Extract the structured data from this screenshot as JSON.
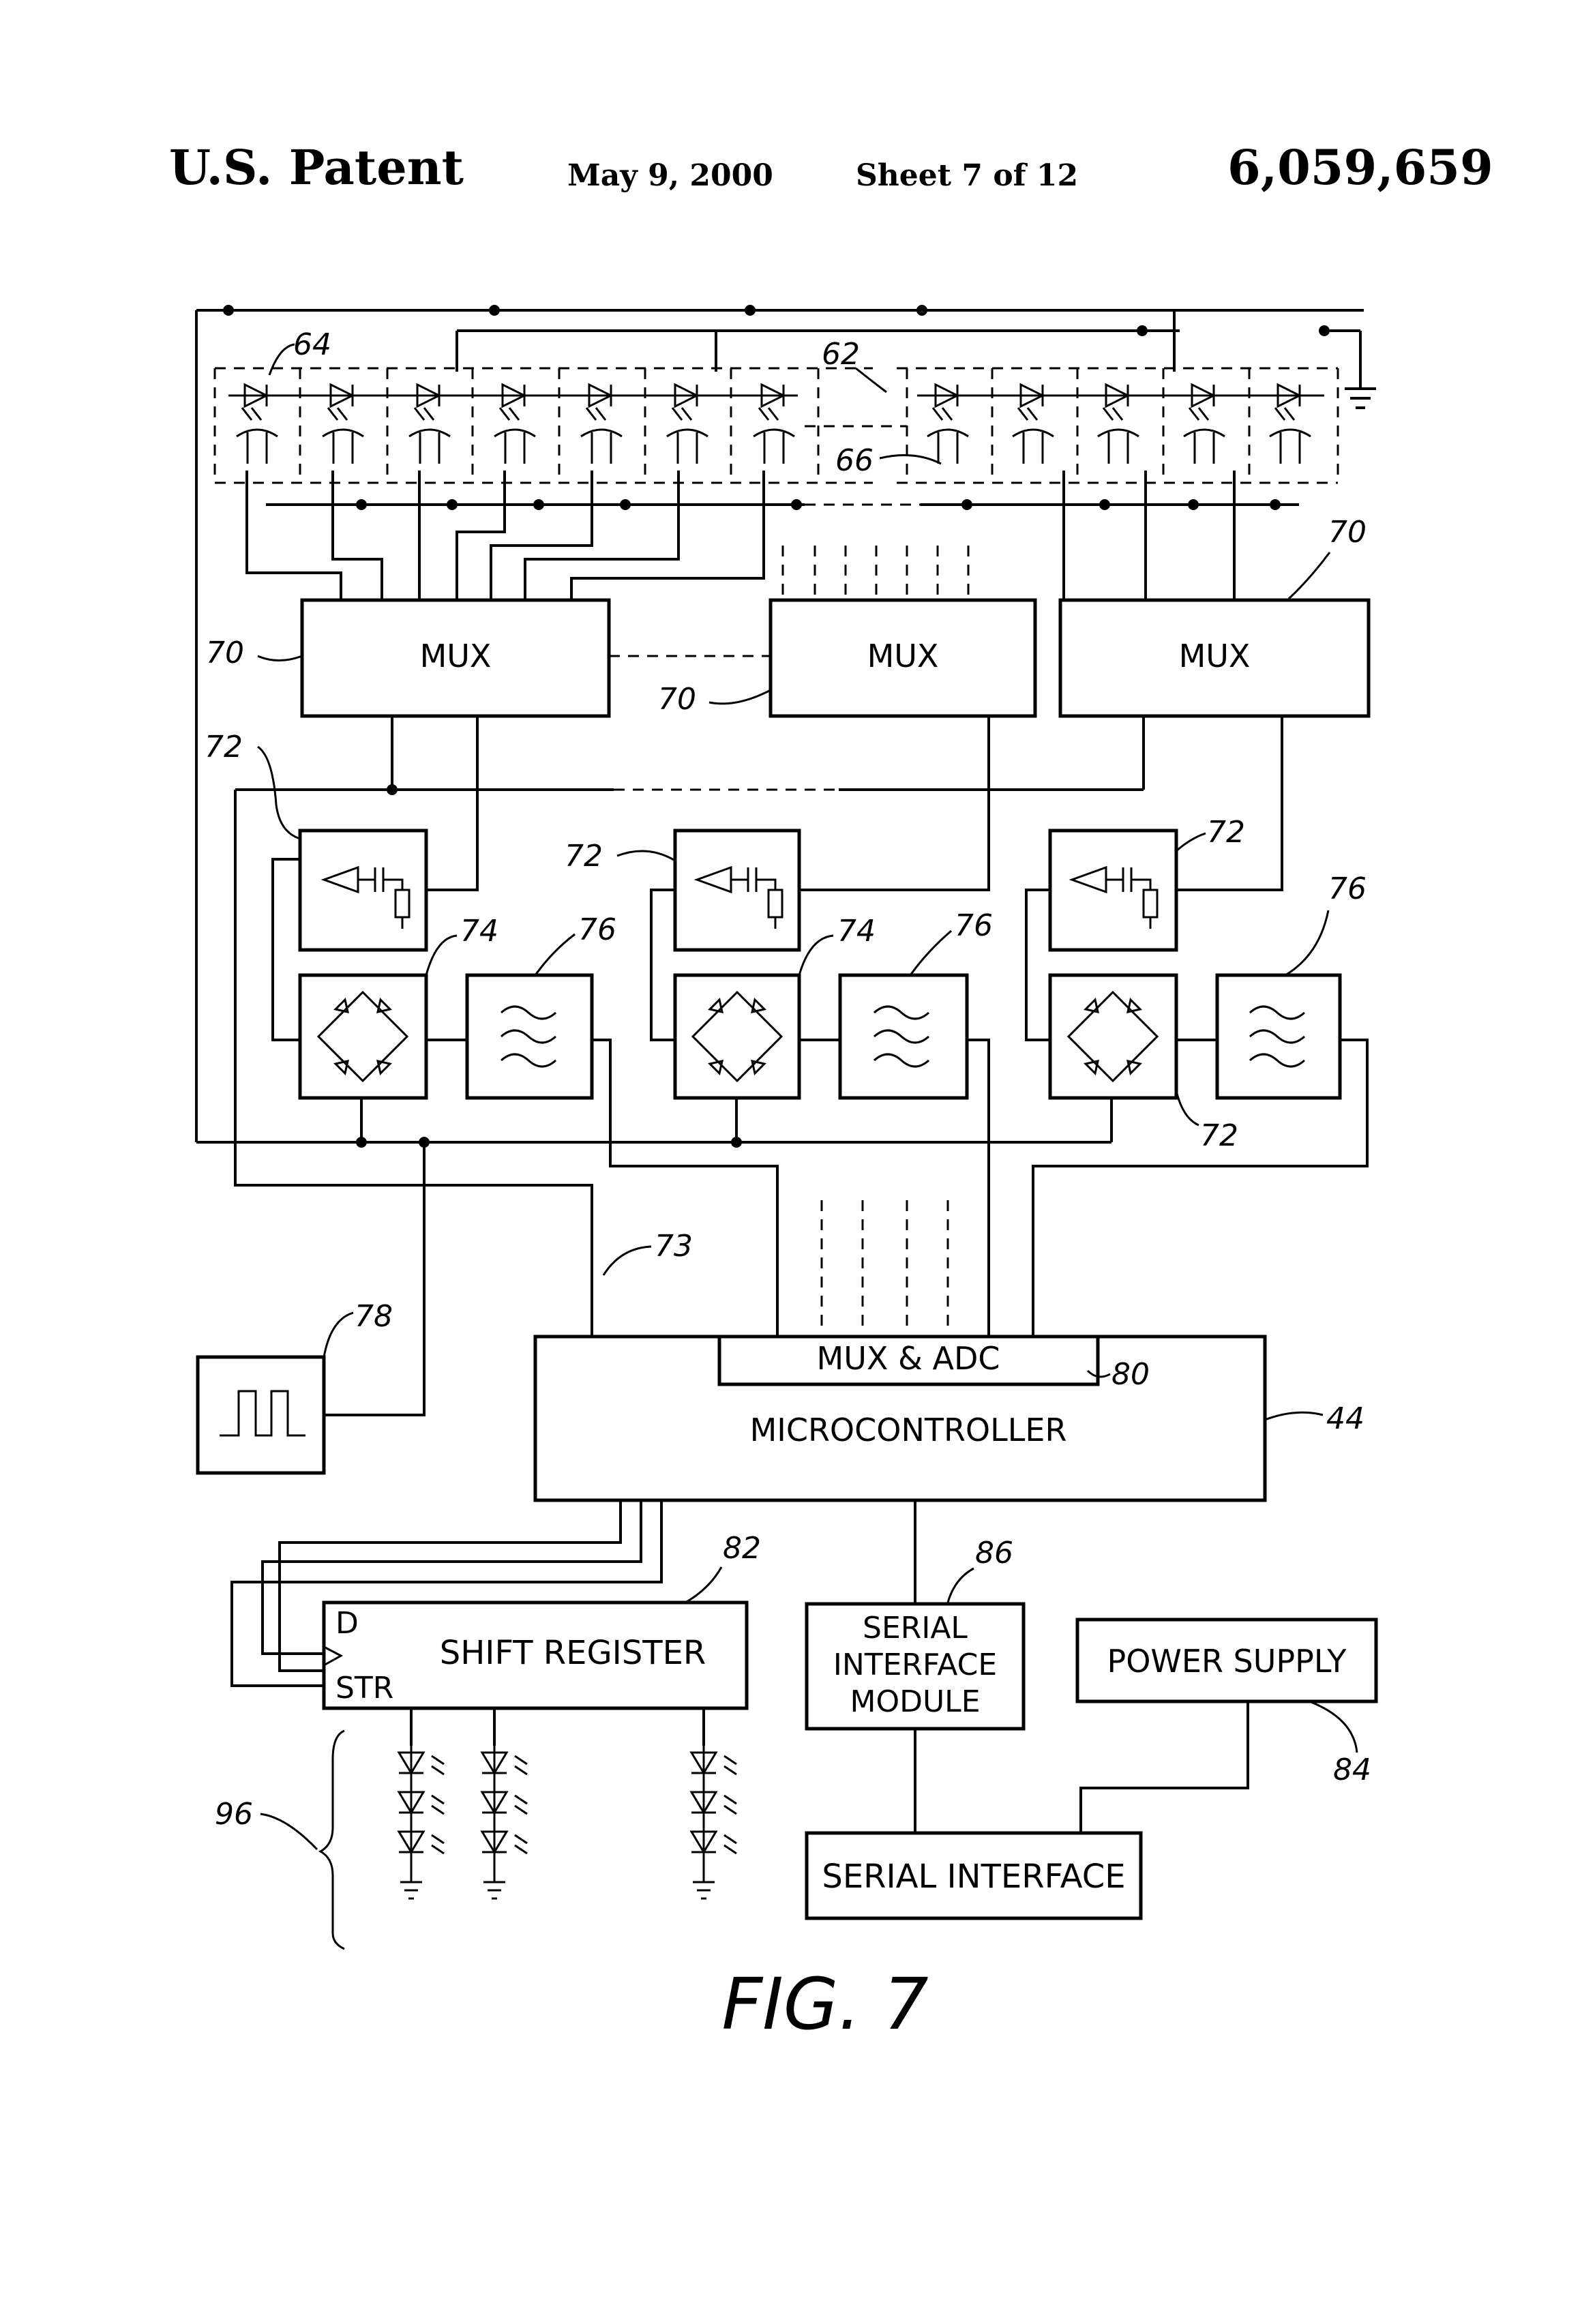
{
  "header": {
    "left": "U.S. Patent",
    "date": "May 9, 2000",
    "sheet": "Sheet 7 of 12",
    "number": "6,059,659"
  },
  "blocks": {
    "mux1": "MUX",
    "mux2": "MUX",
    "mux3": "MUX",
    "mux_adc": "MUX & ADC",
    "microcontroller": "MICROCONTROLLER",
    "shift_register": "SHIFT REGISTER",
    "pin_d": "D",
    "pin_str": "STR",
    "serial_interface_module_line1": "SERIAL",
    "serial_interface_module_line2": "INTERFACE",
    "serial_interface_module_line3": "MODULE",
    "power_supply": "POWER SUPPLY",
    "serial_interface": "SERIAL INTERFACE"
  },
  "refs": {
    "r64": "64",
    "r62": "62",
    "r66": "66",
    "r70a": "70",
    "r70b": "70",
    "r70c": "70",
    "r72a": "72",
    "r72b": "72",
    "r72c": "72",
    "r72d": "72",
    "r74a": "74",
    "r74b": "74",
    "r76a": "76",
    "r76b": "76",
    "r76c": "76",
    "r73": "73",
    "r78": "78",
    "r80": "80",
    "r44": "44",
    "r82": "82",
    "r86": "86",
    "r84": "84",
    "r96": "96"
  },
  "figure_label": "FIG. 7"
}
